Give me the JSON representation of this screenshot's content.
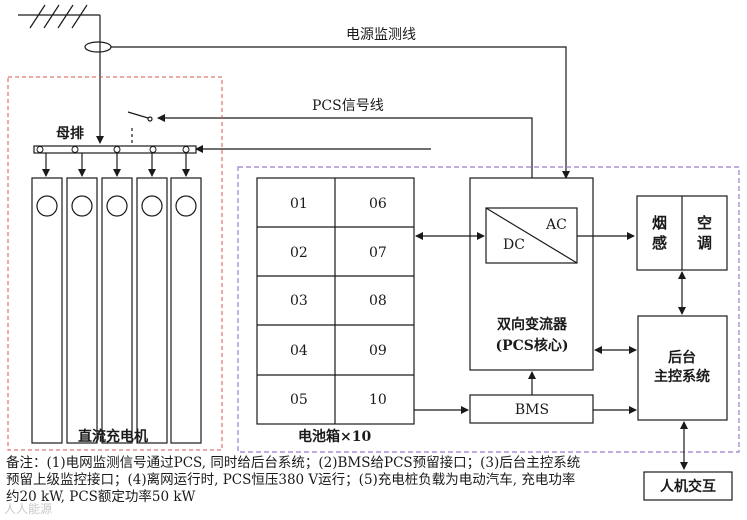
{
  "labels": {
    "power_monitor_line": "电源监测线",
    "pcs_signal_line": "PCS信号线",
    "busbar": "母排",
    "dc_charger": "直流充电机",
    "battery_box": "电池箱×10",
    "pcs_ac": "AC",
    "pcs_dc": "DC",
    "pcs_title": "双向变流器",
    "pcs_core": "(PCS核心)",
    "bms": "BMS",
    "smoke_1": "烟",
    "smoke_2": "感",
    "ac_1": "空",
    "ac_2": "调",
    "backend_1": "后台",
    "backend_2": "主控系统",
    "hmi": "人机交互"
  },
  "battery_cells": [
    "01",
    "02",
    "03",
    "04",
    "05",
    "06",
    "07",
    "08",
    "09",
    "10"
  ],
  "note_lines": [
    "备注：(1)电网监测信号通过PCS, 同时给后台系统；(2)BMS给PCS预留接口；(3)后台主控系统",
    "预留上级监控接口；(4)离网运行时, PCS恒压380 V运行；(5)充电桩负载为电动汽车, 充电功率",
    "约20 kW, PCS额定功率50 kW"
  ],
  "watermark": "人人能源",
  "colors": {
    "red_dashed": "#d9534f",
    "purple_dashed": "#9b7fc9",
    "line": "#1a1a1a"
  }
}
